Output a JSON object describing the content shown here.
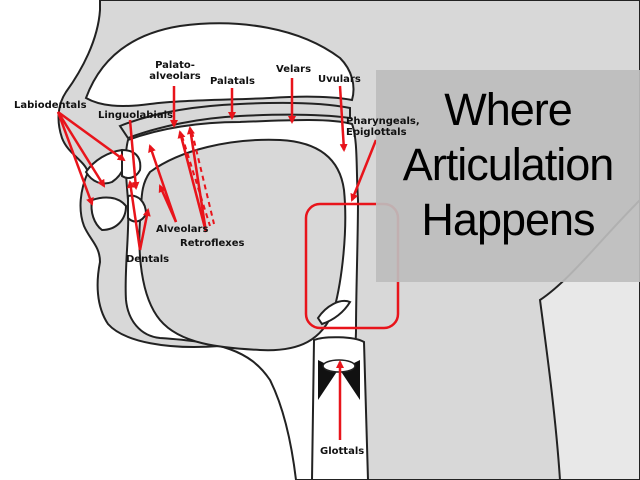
{
  "title_lines": [
    "Where",
    "Articulation",
    "Happens"
  ],
  "labels": {
    "labiodentals": "Labiodentals",
    "linguolabials": "Linguolabials",
    "palato_alveolars_1": "Palato-",
    "palato_alveolars_2": "alveolars",
    "palatals": "Palatals",
    "velars": "Velars",
    "uvulars": "Uvulars",
    "pharyngeals_1": "Pharyngeals,",
    "pharyngeals_2": "Epiglottals",
    "alveolars": "Alveolars",
    "retroflexes": "Retroflexes",
    "dentals": "Dentals",
    "glottals": "Glottals"
  },
  "colors": {
    "arrow": "#e8141b",
    "tissue": "#d8d8d8",
    "outline": "#222222",
    "title_box": "#bdbdbd"
  }
}
